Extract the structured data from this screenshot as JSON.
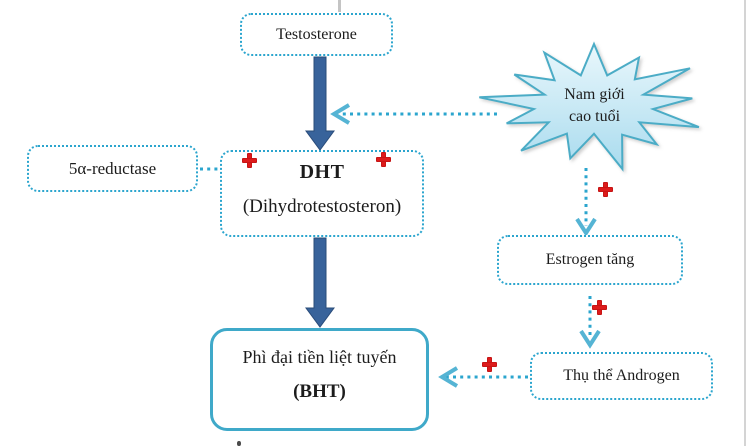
{
  "nodes": {
    "testosterone": {
      "label": "Testosterone"
    },
    "reductase": {
      "label": "5α-reductase"
    },
    "dht": {
      "title": "DHT",
      "subtitle": "(Dihydrotestosteron)"
    },
    "elderly_men": {
      "line1": "Nam giới",
      "line2": "cao tuổi"
    },
    "estrogen": {
      "label": "Estrogen tăng"
    },
    "androgen_receptor": {
      "label": "Thụ thể Androgen"
    },
    "bph": {
      "title": "Phì đại tiền liệt tuyến",
      "subtitle": "(BHT)"
    }
  },
  "colors": {
    "dotted_line": "#2BA5CE",
    "solid_border": "#3FA9C9",
    "thick_arrow": "#38639B",
    "starburst_border": "#4BACC6",
    "starburst_fill_top": "#E9F7FC",
    "starburst_fill_bottom": "#A9DBEE",
    "plus_marker": "#DD1B1B"
  }
}
